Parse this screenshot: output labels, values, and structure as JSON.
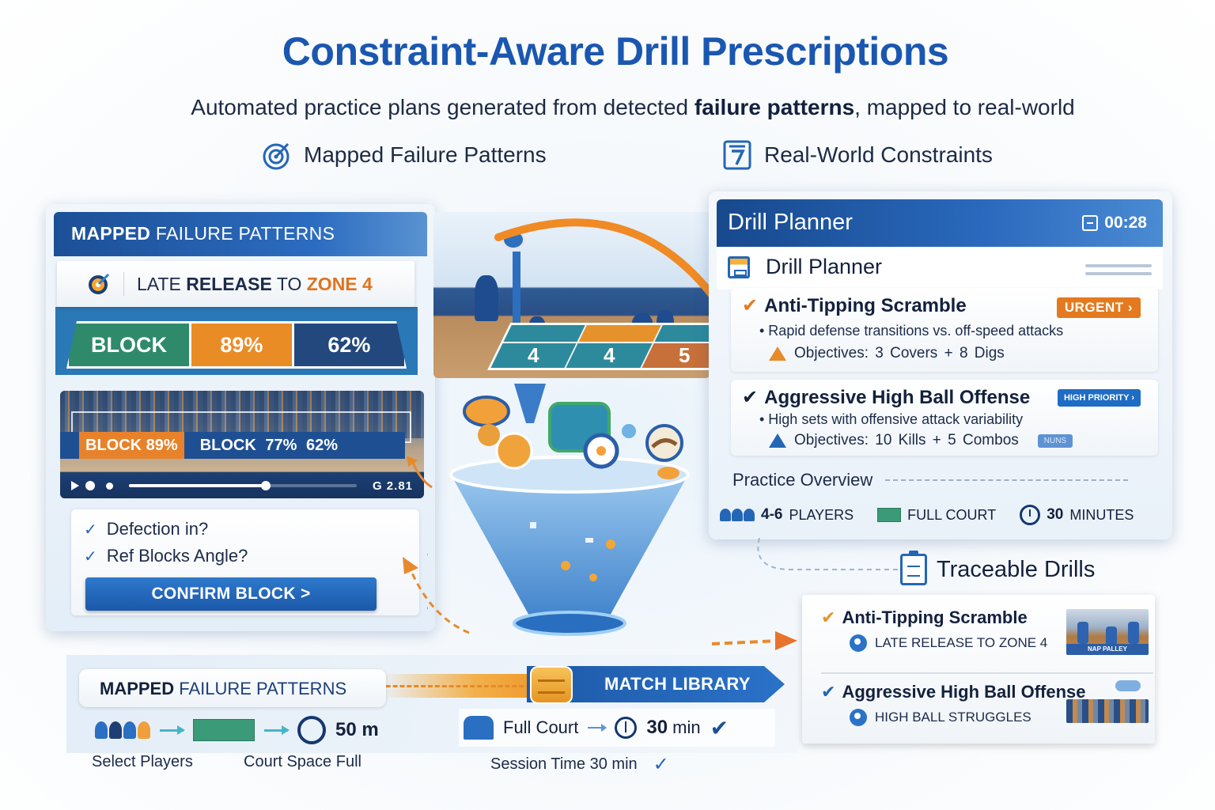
{
  "header": {
    "title": "Constraint-Aware Drill Prescriptions",
    "subtitle_pre": "Automated practice plans generated from detected ",
    "subtitle_bold": "failure patterns",
    "subtitle_post": ", mapped to real-world",
    "legend": [
      {
        "icon": "target-icon",
        "label": "Mapped Failure Patterns"
      },
      {
        "icon": "constraint-doc-icon",
        "label": "Real-World Constraints"
      }
    ]
  },
  "left_panel": {
    "title_bold": "MAPPED",
    "title_rest": " FAILURE PATTERNS",
    "pattern": {
      "pre": "LATE ",
      "bold": "RELEASE",
      "mid": " TO ",
      "zone": "ZONE 4"
    },
    "court_cells": [
      "BLOCK",
      "89%",
      "62%"
    ],
    "video": {
      "score_orange": "BLOCK 89%",
      "score_blue": "BLOCK 77% 62%",
      "time": "G 2.81",
      "progress_pct": 59
    },
    "checks": [
      "Defection in?",
      "Ref Blocks Angle?"
    ],
    "confirm_button": "CONFIRM BLOCK >"
  },
  "center_scene": {
    "court_numbers": [
      "4",
      "4",
      "5"
    ]
  },
  "drill_planner": {
    "title": "Drill Planner",
    "timer": "00:28",
    "subtitle": "Drill Planner",
    "drills": [
      {
        "title": "Anti-Tipping Scramble",
        "badge": "URGENT ›",
        "description": "• Rapid defense transitions vs. off-speed attacks",
        "objectives": "Objectives:  3  Covers  +  8 Digs",
        "check_color": "#e47a1f"
      },
      {
        "title": "Aggressive High Ball Offense",
        "badge": "HIGH PRIORITY ›",
        "description": "• High sets with offensive attack variability",
        "objectives": "Objectives:  10 Kills  +  5 Combos",
        "extra_badge": "NUNS",
        "check_color": "#13213d"
      }
    ],
    "overview": {
      "title": "Practice Overview",
      "players": "4-6",
      "players_label": "PLAYERS",
      "court": "FULL COURT",
      "minutes": "30",
      "minutes_label": "MINUTES"
    }
  },
  "traceable_drills": {
    "title": "Traceable Drills",
    "items": [
      {
        "title": "Anti-Tipping Scramble",
        "tag": "LATE RELEASE TO ZONE 4",
        "thumb_caption": "NAP PALLEY"
      },
      {
        "title": "Aggressive High Ball Offense",
        "tag": "HIGH BALL STRUGGLES"
      }
    ]
  },
  "bottom_flow": {
    "mapped_bold": "MAPPED",
    "mapped_rest": " FAILURE PATTERNS",
    "match_library": "MATCH LIBRARY",
    "distance": "50 m",
    "full_court": "Full Court",
    "session_value": "30",
    "session_unit": " min",
    "labels": {
      "players": "Select Players",
      "court": "Court Space  Full",
      "session": "Session Time  30 min"
    }
  },
  "colors": {
    "brand_blue": "#1a57b0",
    "accent_orange": "#e47a1f",
    "navy": "#13213d",
    "court_green": "#2f8a6c"
  }
}
